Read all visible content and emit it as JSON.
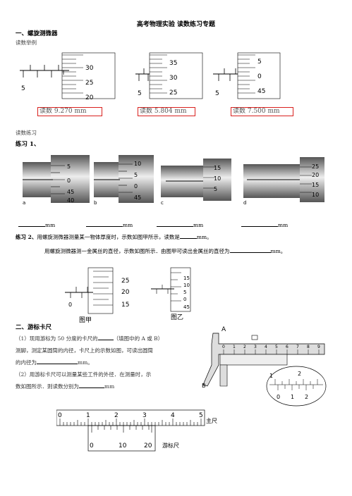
{
  "title": "高考物理实验 读数练习专题",
  "section1": {
    "heading": "一、螺旋测微器",
    "example_label": "读数举例",
    "examples": [
      {
        "reading": "读数 9.270 mm",
        "scale": [
          "30",
          "25",
          "20"
        ],
        "main": "5"
      },
      {
        "reading": "读数 5.804 mm",
        "scale": [
          "35",
          "30",
          "25"
        ],
        "main": "5"
      },
      {
        "reading": "读数 7.500 mm",
        "scale": [
          "5",
          "0",
          "45"
        ],
        "main": "5"
      }
    ],
    "practice_label": "读数练习",
    "exercise1": "练习 1、",
    "ex1_letters": [
      "a",
      "b",
      "c",
      "d"
    ],
    "ex1_a_scale": [
      "5",
      "0",
      "45",
      "40"
    ],
    "ex1_b_scale": [
      "10",
      "5",
      "0",
      "45"
    ],
    "ex1_c_scale": [
      "15",
      "10",
      "5"
    ],
    "ex1_d_scale": [
      "25",
      "20",
      "15",
      "10"
    ],
    "unit": "mm",
    "exercise2_label": "练习 2、",
    "exercise2_text": "用螺旋测微器测量某一物体厚度时，示数如图甲所示，读数是",
    "exercise2_unit": "mm。",
    "exercise2b_text": "用螺旋测微器测一金属丝的直径，示数如图所示．由图甲可读出金属丝的直径为",
    "exercise2b_unit": "mm。",
    "fig_jia": "图甲",
    "fig_yi": "图乙",
    "jia_scale": [
      "25",
      "20",
      "15"
    ],
    "yi_scale": [
      "15",
      "10",
      "5",
      "0",
      "45"
    ]
  },
  "section2": {
    "heading": "二、游标卡尺",
    "q1_line1": "（1）现用游标为 50 分度的卡尺的",
    "q1_line1b": "（填图中的 A 或 B）",
    "q1_line2": "测脚，测定某圆筒的内径，卡尺上的示数如图，可读出圆筒",
    "q1_line3": "的内径为",
    "q1_unit": "mm。",
    "q2_line1": "（2）用游标卡尺可以测量某些工件的外径．在测量时，示",
    "q2_line2": "数如图所示．则读数分别为",
    "q2_unit": "mm",
    "caliper_labels": [
      "A",
      "B"
    ],
    "main_scale_label": "主尺",
    "vernier_label": "游标尺",
    "main_scale": [
      "0",
      "1",
      "2",
      "3",
      "4",
      "5"
    ],
    "vernier_scale": [
      "0",
      "10",
      "20"
    ]
  }
}
